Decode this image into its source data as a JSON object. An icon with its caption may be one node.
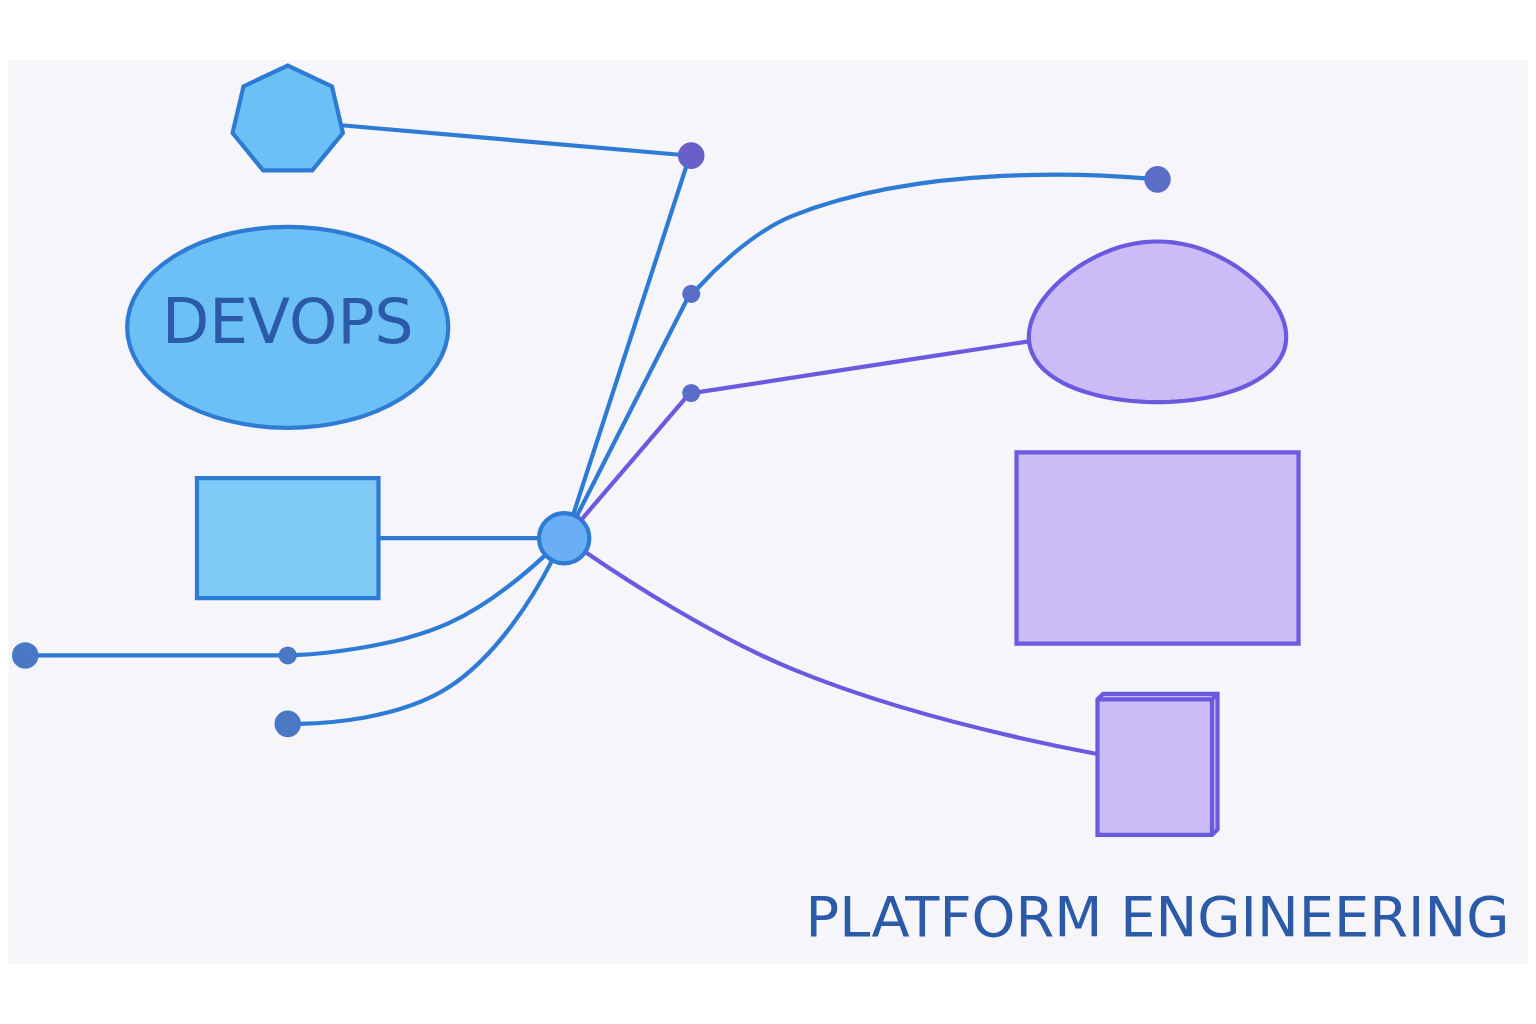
{
  "diagram": {
    "nodes": [
      {
        "text": [],
        "shape": "gear"
      },
      {
        "text": [
          "DEVOPS"
        ]
      },
      {
        "text": [],
        "shape": "box"
      },
      {
        "text": [],
        "shape": "circle"
      },
      {
        "text": [],
        "shape": "circle"
      },
      {
        "text": [],
        "shape": "circle"
      },
      {
        "text": [],
        "shape": "circle"
      },
      {
        "text": [],
        "shape": "circle"
      },
      {
        "text": [],
        "shape": "circle"
      },
      {
        "text": [],
        "shape": "circle"
      },
      {
        "text": [],
        "shape": "circle"
      },
      {
        "text": [],
        "shape": "cloud"
      },
      {
        "text": [],
        "shape": "box"
      },
      {
        "text": [],
        "shape": "cube"
      },
      {
        "text": [
          "PLATFORM ENGINEERING"
        ]
      }
    ],
    "edges": [
      {
        "from": 0,
        "to": 7,
        "arrow": "none"
      },
      {
        "from": 4,
        "to": 5,
        "arrow": "none"
      },
      {
        "from": 5,
        "to": 3,
        "arrow": "none"
      },
      {
        "from": 6,
        "to": 3,
        "arrow": "none"
      },
      {
        "from": 3,
        "to": 7,
        "arrow": "none"
      },
      {
        "from": 3,
        "to": 8,
        "arrow": "none"
      },
      {
        "from": 8,
        "to": 9,
        "arrow": "none"
      },
      {
        "from": 2,
        "to": 3,
        "arrow": "none"
      },
      {
        "from": 3,
        "to": 10,
        "arrow": "none",
        "color": "#6a5ae0"
      },
      {
        "from": 10,
        "to": 11,
        "arrow": "none",
        "color": "#6a5ae0"
      },
      {
        "from": 3,
        "to": 13,
        "arrow": "none",
        "color": "#6a5ae0"
      }
    ]
  }
}
